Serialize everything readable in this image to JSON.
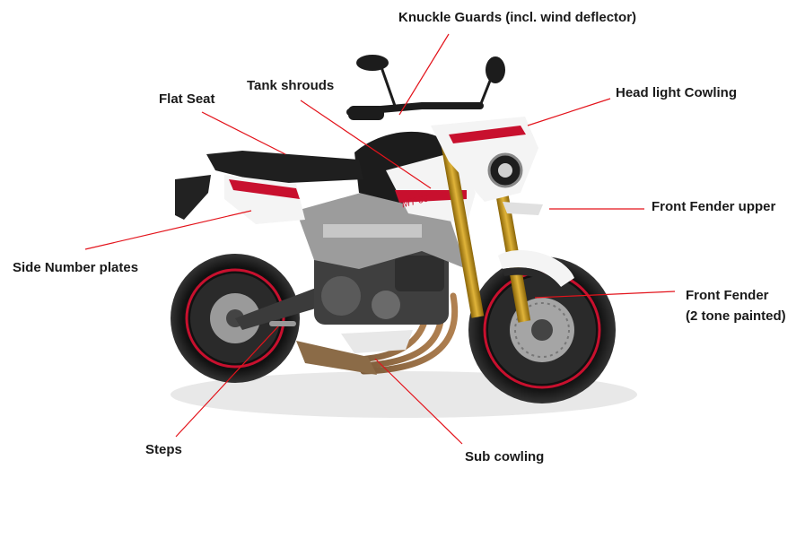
{
  "labels": {
    "knuckle_guards": "Knuckle Guards (incl. wind deflector)",
    "tank_shrouds": "Tank shrouds",
    "flat_seat": "Flat Seat",
    "head_light_cowling": "Head light Cowling",
    "front_fender_upper": "Front Fender upper",
    "side_number_plates": "Side Number plates",
    "front_fender_line1": "Front Fender",
    "front_fender_line2": "(2 tone painted)",
    "steps": "Steps",
    "sub_cowling": "Sub cowling"
  },
  "tank_badge": "MT-09",
  "colors": {
    "leader_line": "#e3131b",
    "frame_black": "#1c1c1c",
    "panel_white": "#f4f4f4",
    "accent_red": "#c8102e",
    "fork_gold": "#b8860b",
    "engine_gray": "#4a4a4a"
  }
}
